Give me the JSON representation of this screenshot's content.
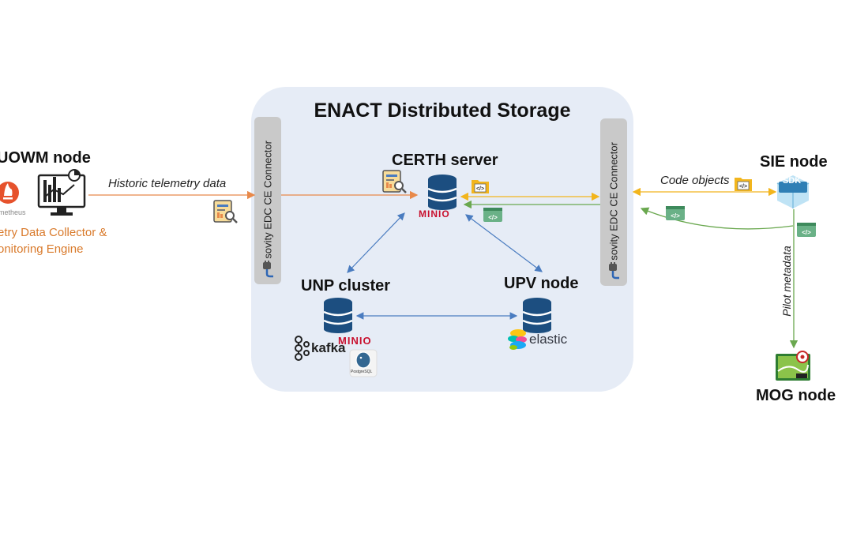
{
  "storage": {
    "title": "ENACT Distributed Storage"
  },
  "nodes": {
    "uowm": "UOWM node",
    "certh": "CERTH server",
    "unp": "UNP cluster",
    "upv": "UPV node",
    "sie": "SIE node",
    "mog": "MOG node"
  },
  "connectors": {
    "left": "sovity EDC CE Connector",
    "right": "sovity EDC CE Connector"
  },
  "edges": {
    "historic": "Historic telemetry data",
    "code_objects": "Code objects",
    "pilot_metadata": "Pilot metadata"
  },
  "uowm_caption": {
    "line1": "etry Data Collector &",
    "line2": "onitoring Engine"
  },
  "logos": {
    "prometheus": "metheus",
    "minio_certh": "MINIO",
    "minio_unp": "MINIO",
    "kafka": "kafka",
    "postgres": "PostgreSQL",
    "elastic": "elastic",
    "sdk": "SDK"
  },
  "colors": {
    "orange": "#e8894a",
    "yellow": "#f2b51d",
    "green": "#6aa84f",
    "blue": "#4a7cc0",
    "storage_bg": "#e6ecf6",
    "db_blue": "#1c4e80",
    "minio_red": "#c8102e"
  },
  "icons": [
    "prometheus-icon",
    "monitor-chart-icon",
    "report-search-icon",
    "database-icon",
    "code-folder-icon",
    "code-window-icon",
    "plug-icon",
    "sdk-cube-icon",
    "map-pin-icon"
  ]
}
